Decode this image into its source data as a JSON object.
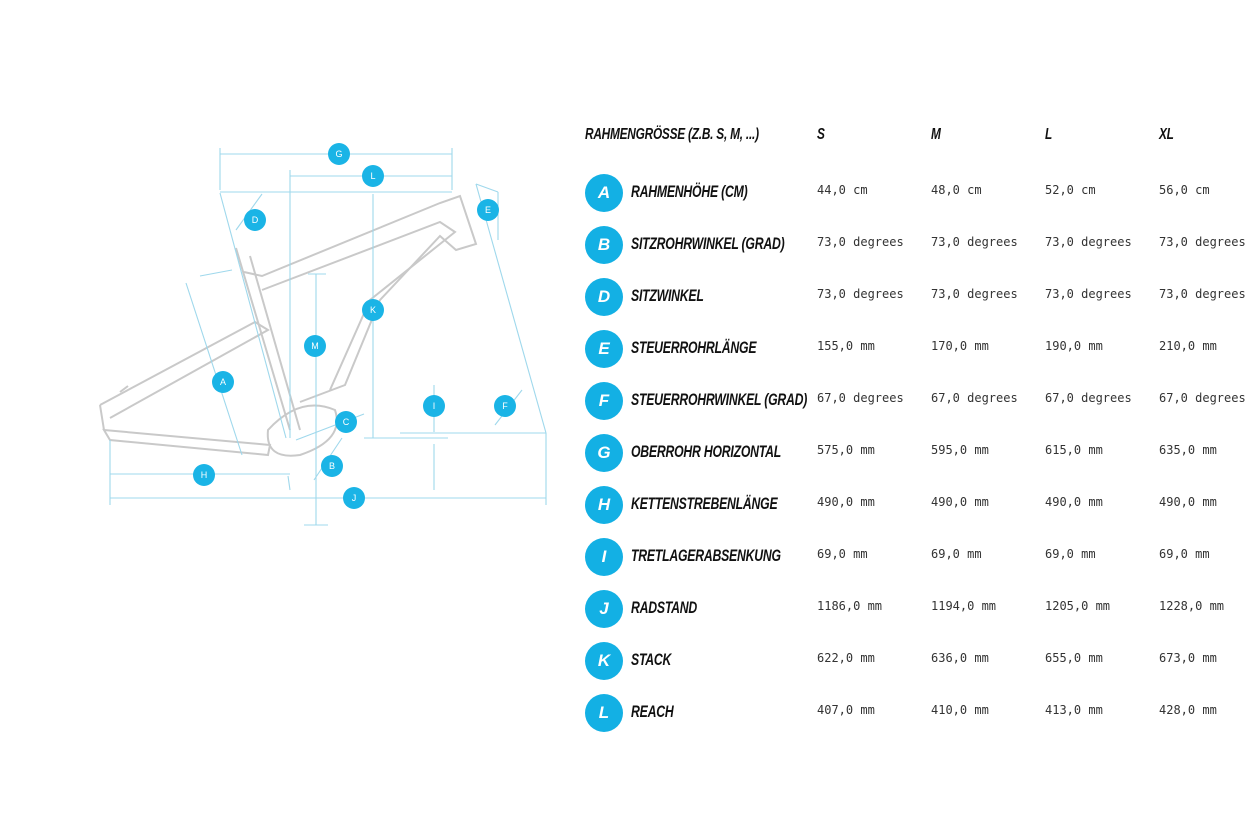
{
  "header": {
    "title": "RAHMENGRÖSSE (Z.B. S, M, ...)",
    "sizes": [
      "S",
      "M",
      "L",
      "XL"
    ]
  },
  "rows": [
    {
      "key": "A",
      "label": "RAHMENHÖHE (CM)",
      "values": [
        "44,0 cm",
        "48,0 cm",
        "52,0 cm",
        "56,0 cm"
      ]
    },
    {
      "key": "B",
      "label": "SITZROHRWINKEL (GRAD)",
      "values": [
        "73,0 degrees",
        "73,0 degrees",
        "73,0 degrees",
        "73,0 degrees"
      ]
    },
    {
      "key": "D",
      "label": "SITZWINKEL",
      "values": [
        "73,0 degrees",
        "73,0 degrees",
        "73,0 degrees",
        "73,0 degrees"
      ]
    },
    {
      "key": "E",
      "label": "STEUERROHRLÄNGE",
      "values": [
        "155,0 mm",
        "170,0 mm",
        "190,0 mm",
        "210,0 mm"
      ]
    },
    {
      "key": "F",
      "label": "STEUERROHRWINKEL (GRAD)",
      "values": [
        "67,0 degrees",
        "67,0 degrees",
        "67,0 degrees",
        "67,0 degrees"
      ]
    },
    {
      "key": "G",
      "label": "OBERROHR HORIZONTAL",
      "values": [
        "575,0 mm",
        "595,0 mm",
        "615,0 mm",
        "635,0 mm"
      ]
    },
    {
      "key": "H",
      "label": "KETTENSTREBENLÄNGE",
      "values": [
        "490,0 mm",
        "490,0 mm",
        "490,0 mm",
        "490,0 mm"
      ]
    },
    {
      "key": "I",
      "label": "TRETLAGERABSENKUNG",
      "values": [
        "69,0 mm",
        "69,0 mm",
        "69,0 mm",
        "69,0 mm"
      ]
    },
    {
      "key": "J",
      "label": "RADSTAND",
      "values": [
        "1186,0 mm",
        "1194,0 mm",
        "1205,0 mm",
        "1228,0 mm"
      ]
    },
    {
      "key": "K",
      "label": "STACK",
      "values": [
        "622,0 mm",
        "636,0 mm",
        "655,0 mm",
        "673,0 mm"
      ]
    },
    {
      "key": "L",
      "label": "REACH",
      "values": [
        "407,0 mm",
        "410,0 mm",
        "413,0 mm",
        "428,0 mm"
      ]
    }
  ],
  "diagram": {
    "markers": {
      "G": "G",
      "L": "L",
      "D": "D",
      "E": "E",
      "K": "K",
      "M": "M",
      "A": "A",
      "C": "C",
      "I": "I",
      "F": "F",
      "B": "B",
      "H": "H",
      "J": "J"
    }
  },
  "colors": {
    "accent": "#13b0e4",
    "dimension_lines": "#9fd8ec",
    "frame_outline": "#c9c9c9",
    "text": "#111111"
  }
}
